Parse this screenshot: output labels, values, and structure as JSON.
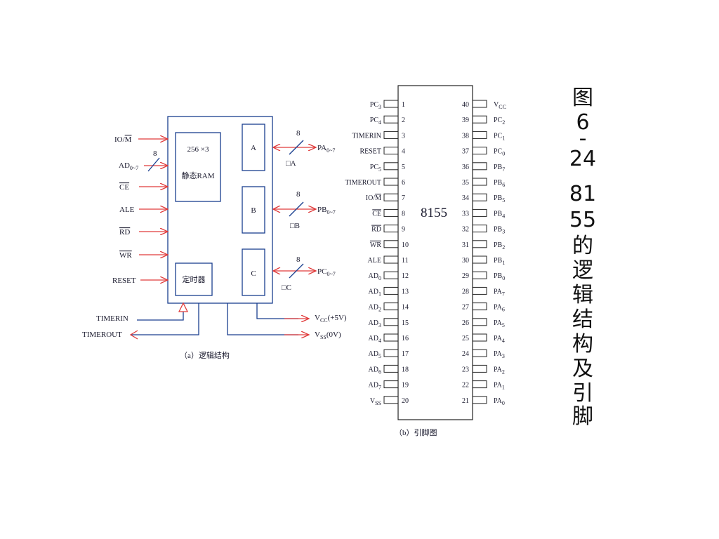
{
  "colors": {
    "box": "#1a3f8f",
    "arrow": "#e03a3a",
    "text": "#1a1a2e"
  },
  "logic": {
    "inputs": [
      {
        "label": "IO/",
        "label2": "M"
      },
      {
        "label": "AD",
        "sub": "0~7"
      },
      {
        "label": "CE"
      },
      {
        "label": "ALE"
      },
      {
        "label": "RD"
      },
      {
        "label": "WR"
      },
      {
        "label": "RESET"
      }
    ],
    "ad_bus_width": "8",
    "ram": {
      "line1": "256 ×3",
      "line2": "静态RAM"
    },
    "timer": "定时器",
    "ports": [
      {
        "name": "A",
        "bus": "8",
        "out": "PA",
        "sub": "0~7",
        "tag": "□A"
      },
      {
        "name": "B",
        "bus": "8",
        "out": "PB",
        "sub": "0~7",
        "tag": "□B"
      },
      {
        "name": "C",
        "bus": "8",
        "out": "PC",
        "sub": "0~7",
        "tag": "□C"
      }
    ],
    "timerin": "TIMERIN",
    "timerout": "TIMEROUT",
    "vcc": {
      "v": "V",
      "sub": "CC",
      "note": "(+5V)"
    },
    "vss": {
      "v": "V",
      "sub": "SS",
      "note": "(0V)"
    },
    "caption": "（a）逻辑结构"
  },
  "pinout": {
    "chip": "8155",
    "left": [
      {
        "n": "1",
        "name": "PC",
        "sub": "3"
      },
      {
        "n": "2",
        "name": "PC",
        "sub": "4"
      },
      {
        "n": "3",
        "name": "TIMERIN"
      },
      {
        "n": "4",
        "name": "RESET"
      },
      {
        "n": "5",
        "name": "PC",
        "sub": "5"
      },
      {
        "n": "6",
        "name": "TIMEROUT"
      },
      {
        "n": "7",
        "name": "IO/M"
      },
      {
        "n": "8",
        "name": "CE"
      },
      {
        "n": "9",
        "name": "RD"
      },
      {
        "n": "10",
        "name": "WR"
      },
      {
        "n": "11",
        "name": "ALE"
      },
      {
        "n": "12",
        "name": "AD",
        "sub": "0"
      },
      {
        "n": "13",
        "name": "AD",
        "sub": "1"
      },
      {
        "n": "14",
        "name": "AD",
        "sub": "2"
      },
      {
        "n": "15",
        "name": "AD",
        "sub": "3"
      },
      {
        "n": "16",
        "name": "AD",
        "sub": "4"
      },
      {
        "n": "17",
        "name": "AD",
        "sub": "5"
      },
      {
        "n": "18",
        "name": "AD",
        "sub": "6"
      },
      {
        "n": "19",
        "name": "AD",
        "sub": "7"
      },
      {
        "n": "20",
        "name": "V",
        "sub": "SS"
      }
    ],
    "right": [
      {
        "n": "40",
        "name": "V",
        "sub": "CC"
      },
      {
        "n": "39",
        "name": "PC",
        "sub": "2"
      },
      {
        "n": "38",
        "name": "PC",
        "sub": "1"
      },
      {
        "n": "37",
        "name": "PC",
        "sub": "0"
      },
      {
        "n": "36",
        "name": "PB",
        "sub": "7"
      },
      {
        "n": "35",
        "name": "PB",
        "sub": "6"
      },
      {
        "n": "34",
        "name": "PB",
        "sub": "5"
      },
      {
        "n": "33",
        "name": "PB",
        "sub": "4"
      },
      {
        "n": "32",
        "name": "PB",
        "sub": "3"
      },
      {
        "n": "31",
        "name": "PB",
        "sub": "2"
      },
      {
        "n": "30",
        "name": "PB",
        "sub": "1"
      },
      {
        "n": "29",
        "name": "PB",
        "sub": "0"
      },
      {
        "n": "28",
        "name": "PA",
        "sub": "7"
      },
      {
        "n": "27",
        "name": "PA",
        "sub": "6"
      },
      {
        "n": "26",
        "name": "PA",
        "sub": "5"
      },
      {
        "n": "25",
        "name": "PA",
        "sub": "4"
      },
      {
        "n": "24",
        "name": "PA",
        "sub": "3"
      },
      {
        "n": "23",
        "name": "PA",
        "sub": "2"
      },
      {
        "n": "22",
        "name": "PA",
        "sub": "1"
      },
      {
        "n": "21",
        "name": "PA",
        "sub": "0"
      }
    ],
    "caption": "（b）引脚图"
  },
  "title": {
    "line1": "图",
    "line2": "6",
    "line3": "-",
    "line4": "24",
    "line5": "81",
    "line6": "55",
    "line7": "的",
    "line8": "逻",
    "line9": "辑",
    "line10": "结",
    "line11": "构",
    "line12": "及",
    "line13": "引",
    "line14": "脚"
  }
}
